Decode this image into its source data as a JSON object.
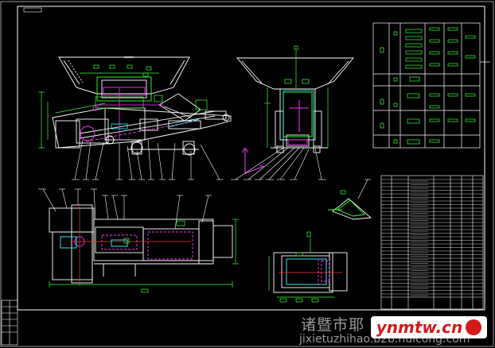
{
  "watermark": {
    "chinese": "诸暨市耶",
    "url": "jixietuzhihao.b2b.huicong.com",
    "logo_text": "ynmtw.cn"
  },
  "colors": {
    "background": "#000000",
    "frame": "#ffffff",
    "green": "#33ff33",
    "magenta": "#ff33ff",
    "cyan": "#33ffff",
    "red": "#ff3333",
    "yellow": "#ffff33"
  }
}
